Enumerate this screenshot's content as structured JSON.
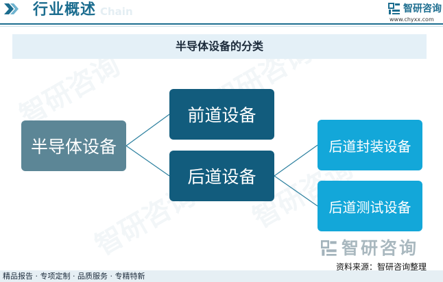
{
  "header": {
    "title": "行业概述",
    "title_en": "Chain",
    "logo_name": "智研咨询",
    "logo_url": "www.chyxx.com",
    "accent_color": "#1c6d8f"
  },
  "chart_title": "半导体设备的分类",
  "diagram": {
    "root": "半导体设备",
    "level1": [
      {
        "label": "前道设备",
        "children": []
      },
      {
        "label": "后道设备",
        "children": [
          "后道封装设备",
          "后道测试设备"
        ]
      }
    ],
    "colors": {
      "root": "#5c8696",
      "level1": "#125c7d",
      "level2": "#13a7d9",
      "connector": "#2a7f9e"
    }
  },
  "watermark": "智研咨询",
  "brand_mark": "智研咨询",
  "source": "资料来源：智研咨询整理",
  "footer": "精品报告 · 专项定制 · 品质服务 · 专精特新",
  "icons": [
    "chevron-icon",
    "brand-logo-icon"
  ]
}
